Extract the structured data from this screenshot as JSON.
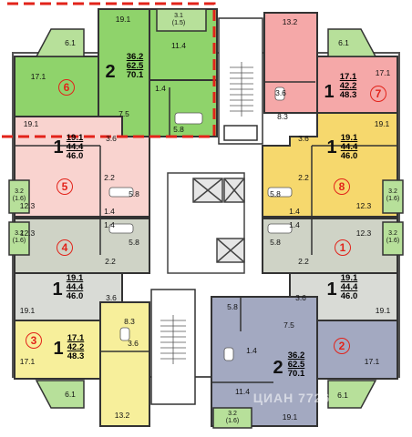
{
  "colors": {
    "green": "#8fd36b",
    "pink": "#f5a8a8",
    "light_pink": "#f9d3cf",
    "orange": "#f6d86d",
    "grey_green": "#cfd3c6",
    "light_grey": "#d9dbd6",
    "cream": "#f7ef9b",
    "blue_grey": "#a3a9c1",
    "balcony": "#b7e09a",
    "marker": "#e2231a"
  },
  "apartments": [
    {
      "number": "6",
      "rooms": "2",
      "areas": [
        "36.2",
        "62.5",
        "70.1"
      ],
      "rooms_sizes": [
        "19.1",
        "11.4",
        "17.1",
        "7.5",
        "5.8",
        "1.4",
        "6.1"
      ]
    },
    {
      "number": "7",
      "rooms": "1",
      "areas": [
        "17.1",
        "42.2",
        "48.3"
      ],
      "rooms_sizes": [
        "13.2",
        "17.1",
        "3.6",
        "8.3",
        "6.1"
      ]
    },
    {
      "number": "5",
      "rooms": "1",
      "areas": [
        "19.1",
        "44.4",
        "46.0"
      ],
      "rooms_sizes": [
        "19.1",
        "3.6",
        "2.2",
        "12.3",
        "5.8",
        "1.4"
      ]
    },
    {
      "number": "8",
      "rooms": "1",
      "areas": [
        "19.1",
        "44.4",
        "46.0"
      ],
      "rooms_sizes": [
        "19.1",
        "3.6",
        "2.2",
        "12.3",
        "5.8",
        "1.4"
      ]
    },
    {
      "number": "4",
      "rooms": "1",
      "areas": [
        "19.1",
        "44.4",
        "46.0"
      ],
      "rooms_sizes": [
        "12.3",
        "1.4",
        "5.8",
        "2.2",
        "19.1",
        "3.6"
      ]
    },
    {
      "number": "1",
      "rooms": "1",
      "areas": [
        "19.1",
        "44.4",
        "46.0"
      ],
      "rooms_sizes": [
        "12.3",
        "1.4",
        "5.8",
        "2.2",
        "19.1",
        "3.6"
      ]
    },
    {
      "number": "3",
      "rooms": "1",
      "areas": [
        "17.1",
        "42.2",
        "48.3"
      ],
      "rooms_sizes": [
        "17.1",
        "8.3",
        "3.6",
        "13.2",
        "6.1"
      ]
    },
    {
      "number": "2",
      "rooms": "2",
      "areas": [
        "36.2",
        "62.5",
        "70.1"
      ],
      "rooms_sizes": [
        "17.1",
        "7.5",
        "5.8",
        "1.4",
        "11.4",
        "19.1",
        "6.1"
      ]
    }
  ],
  "loggias": {
    "top": [
      "3.1",
      "(1.5)"
    ],
    "left_upper": [
      "3.2",
      "(1.6)"
    ],
    "left_lower": [
      "3.2",
      "(1.6)"
    ],
    "right_upper": [
      "3.2",
      "(1.6)"
    ],
    "right_lower": [
      "3.2",
      "(1.6)"
    ],
    "bottom": [
      "3.2",
      "(1.6)"
    ]
  },
  "watermark": "ЦИАН 7726"
}
